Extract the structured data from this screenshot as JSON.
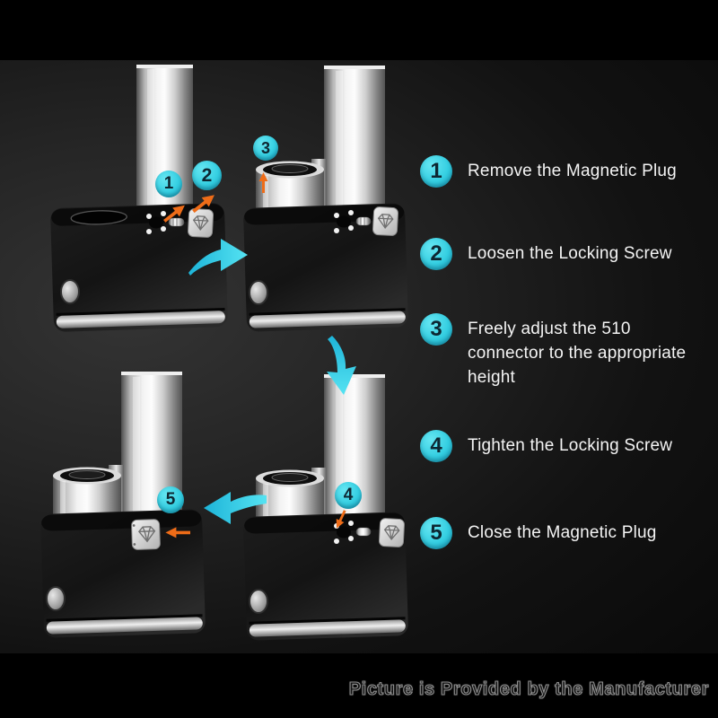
{
  "watermark": {
    "text": "Picture is Provided by the Manufacturer"
  },
  "steps": [
    {
      "number": "1",
      "text": "Remove the Magnetic Plug"
    },
    {
      "number": "2",
      "text": "Loosen the Locking Screw"
    },
    {
      "number": "3",
      "text": "Freely adjust the 510 connector to the appropriate height"
    },
    {
      "number": "4",
      "text": "Tighten the Locking Screw"
    },
    {
      "number": "5",
      "text": "Close the Magnetic Plug"
    }
  ],
  "icons": {
    "flow_arrow_right": "arrow-right-icon",
    "flow_arrow_down": "arrow-curved-down-icon",
    "flow_arrow_left": "arrow-left-icon",
    "adjust_hint": "orange-arrow-icon",
    "magnetic_plug_logo": "diamond-gem-icon"
  },
  "colors": {
    "badge-cyan": "#35cfe2",
    "badge-number": "#0d2732",
    "flow-arrow-cyan": "#2cc9e6",
    "hint-arrow-orange": "#ee6c18",
    "step-text": "#f4f4f4",
    "background": "#0a0a0a"
  }
}
